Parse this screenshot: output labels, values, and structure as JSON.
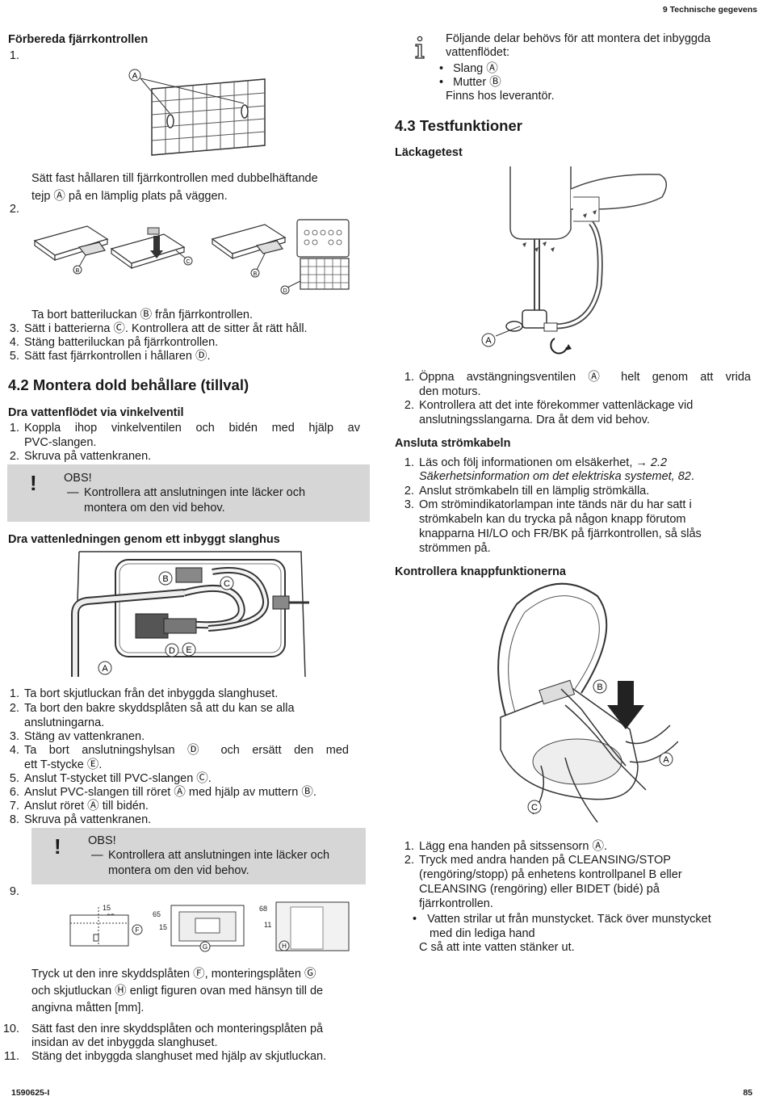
{
  "header": {
    "section": "9   Technische gegevens"
  },
  "footer": {
    "doc_id": "1590625-I",
    "page": "85"
  },
  "left": {
    "prep_title": "Förbereda fjärrkontrollen",
    "prep_steps": [
      {
        "n": "1.",
        "t": ""
      },
      {
        "n": "",
        "t": "Sätt fast hållaren till fjärrkontrollen med dubbelhäftande"
      },
      {
        "n": "",
        "t": "tejp Ⓐ på en lämplig plats på väggen."
      },
      {
        "n": "2.",
        "t": ""
      },
      {
        "n": "",
        "t": "Ta bort batteriluckan Ⓑ från fjärrkontrollen."
      },
      {
        "n": "3.",
        "t": "Sätt i batterierna Ⓒ. Kontrollera att de sitter åt rätt håll."
      },
      {
        "n": "4.",
        "t": "Stäng batteriluckan på fjärrkontrollen."
      },
      {
        "n": "5.",
        "t": "Sätt fast fjärrkontrollen i hållaren Ⓓ."
      }
    ],
    "section_42": "4.2  Montera dold behållare (tillval)",
    "angle_title": "Dra vattenflödet via vinkelventil",
    "angle_steps": [
      {
        "n": "1.",
        "t": "Koppla ihop vinkelventilen och bidén med hjälp av"
      },
      {
        "n": "",
        "t": "PVC-slangen."
      },
      {
        "n": "2.",
        "t": "Skruva på vattenkranen."
      }
    ],
    "note1": {
      "title": "OBS!",
      "dash": "—",
      "l1": "Kontrollera att anslutningen inte läcker och",
      "l2": "montera om den vid behov."
    },
    "hose_title": "Dra vattenledningen genom ett inbyggt slanghus",
    "hose_steps": [
      {
        "n": "1.",
        "t": "Ta bort skjutluckan från det inbyggda slanghuset."
      },
      {
        "n": "2.",
        "t": "Ta bort den bakre skyddsplåten så att du kan se alla"
      },
      {
        "n": "",
        "t": "anslutningarna."
      },
      {
        "n": "3.",
        "t": "Stäng av vattenkranen."
      },
      {
        "n": "4.",
        "t": "Ta bort anslutningshylsan Ⓓ och ersätt den med"
      },
      {
        "n": "",
        "t": "ett  T-stycke  Ⓔ."
      },
      {
        "n": "5.",
        "t": "Anslut T-stycket till PVC-slangen Ⓒ."
      },
      {
        "n": "6.",
        "t": "Anslut PVC-slangen till röret Ⓐ med hjälp av muttern Ⓑ."
      },
      {
        "n": "7.",
        "t": "Anslut röret Ⓐ till bidén."
      },
      {
        "n": "8.",
        "t": "Skruva på vattenkranen."
      }
    ],
    "note2": {
      "title": "OBS!",
      "dash": "—",
      "l1": "Kontrollera att anslutningen inte läcker och",
      "l2": "montera om den vid behov."
    },
    "step9_n": "9.",
    "step9_text": [
      "Tryck ut den inre skyddsplåten Ⓕ, monteringsplåten Ⓖ",
      "och skjutluckan Ⓗ enligt figuren ovan med hänsyn till de",
      "angivna måtten [mm]."
    ],
    "final_steps": [
      {
        "n": "10.",
        "t": "Sätt fast den inre skyddsplåten och monteringsplåten på"
      },
      {
        "n": "",
        "t": "insidan av det inbyggda slanghuset."
      },
      {
        "n": "11.",
        "t": "Stäng det inbyggda slanghuset med hjälp av skjutluckan."
      }
    ],
    "dims": {
      "d15a": "15",
      "d25": "25",
      "d65": "65",
      "d15b": "15",
      "d68": "68",
      "d11": "11"
    }
  },
  "right": {
    "info_lines": [
      "Följande delar behövs för att montera det inbyggda",
      "vattenflödet:"
    ],
    "info_bullets": [
      "Slang Ⓐ",
      "Mutter Ⓑ"
    ],
    "info_footer": "Finns hos leverantör.",
    "section_43": "4.3  Testfunktioner",
    "leak_title": "Läckagetest",
    "leak_steps": [
      {
        "n": "1.",
        "t": "Öppna avstängningsventilen Ⓐ helt genom att vrida"
      },
      {
        "n": "",
        "t": "den  moturs."
      },
      {
        "n": "2.",
        "t": "Kontrollera att det inte förekommer vattenläckage vid"
      },
      {
        "n": "",
        "t": "anslutningsslangarna. Dra åt dem vid behov."
      }
    ],
    "power_title": "Ansluta strömkabeln",
    "power_steps": [
      {
        "n": "1.",
        "t": "Läs och följ informationen om elsäkerhet, → ",
        "it": "2.2"
      },
      {
        "n": "",
        "t": "",
        "it": "Säkerhetsinformation om det elektriska systemet, 82",
        "tail": "."
      },
      {
        "n": "2.",
        "t": "Anslut strömkabeln till en lämplig strömkälla."
      },
      {
        "n": "3.",
        "t": "Om strömindikatorlampan inte tänds när du har satt i"
      },
      {
        "n": "",
        "t": "strömkabeln kan du trycka på någon knapp förutom"
      },
      {
        "n": "",
        "t": "knapparna HI/LO och FR/BK på fjärrkontrollen, så slås"
      },
      {
        "n": "",
        "t": "strömmen på."
      }
    ],
    "button_title": "Kontrollera knappfunktionerna",
    "button_steps": [
      {
        "n": "1.",
        "t": "Lägg ena handen på sitssensorn Ⓐ."
      },
      {
        "n": "2.",
        "t": "Tryck med andra handen på CLEANSING/STOP"
      },
      {
        "n": "",
        "t": "(rengöring/stopp) på enhetens kontrollpanel B eller"
      },
      {
        "n": "",
        "t": "CLEANSING (rengöring) eller BIDET (bidé) på"
      },
      {
        "n": "",
        "t": "fjärrkontrollen."
      }
    ],
    "button_bullet": [
      "Vatten strilar ut från munstycket. Täck över munstycket",
      "med din lediga hand"
    ],
    "button_tail": "C så att inte vatten stänker ut."
  },
  "labels": {
    "A": "A",
    "B": "B",
    "C": "C",
    "D": "D",
    "E": "E",
    "F": "F",
    "G": "G",
    "H": "H"
  }
}
